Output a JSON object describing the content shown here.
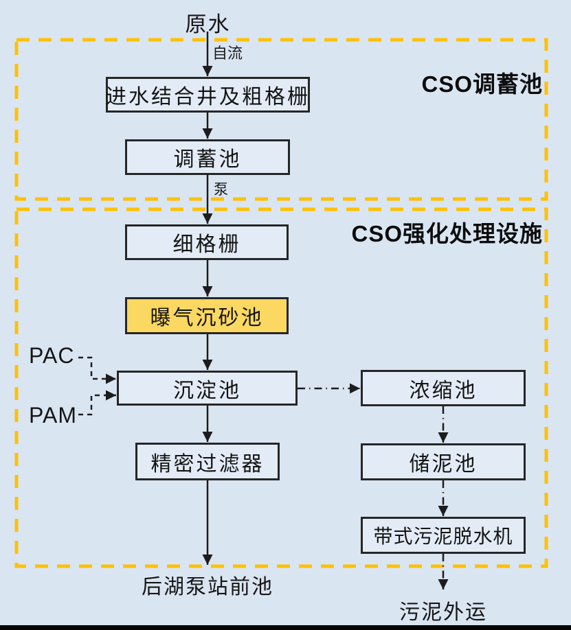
{
  "source_label": "原水",
  "edge_labels": {
    "gravity": "自流",
    "pump": "泵"
  },
  "sections": {
    "storage": {
      "title": "CSO调蓄池"
    },
    "treatment": {
      "title": "CSO强化处理设施"
    }
  },
  "nodes": {
    "inlet": "进水结合井及粗格栅",
    "storage_tank": "调蓄池",
    "fine_screen": "细格栅",
    "aerated_grit": "曝气沉砂池",
    "sedimentation": "沉淀池",
    "precision_filter": "精密过滤器",
    "thickener": "浓缩池",
    "sludge_storage": "储泥池",
    "belt_dewatering": "带式污泥脱水机"
  },
  "chemicals": {
    "pac": "PAC",
    "pam": "PAM"
  },
  "terminals": {
    "effluent": "后湖泵站前池",
    "sludge_out": "污泥外运"
  },
  "colors": {
    "background": "#dae5f2",
    "box_fill": "#e3ecf6",
    "highlight_fill": "#fad862",
    "section_border": "#fdc102",
    "line": "#1c1c1c"
  }
}
